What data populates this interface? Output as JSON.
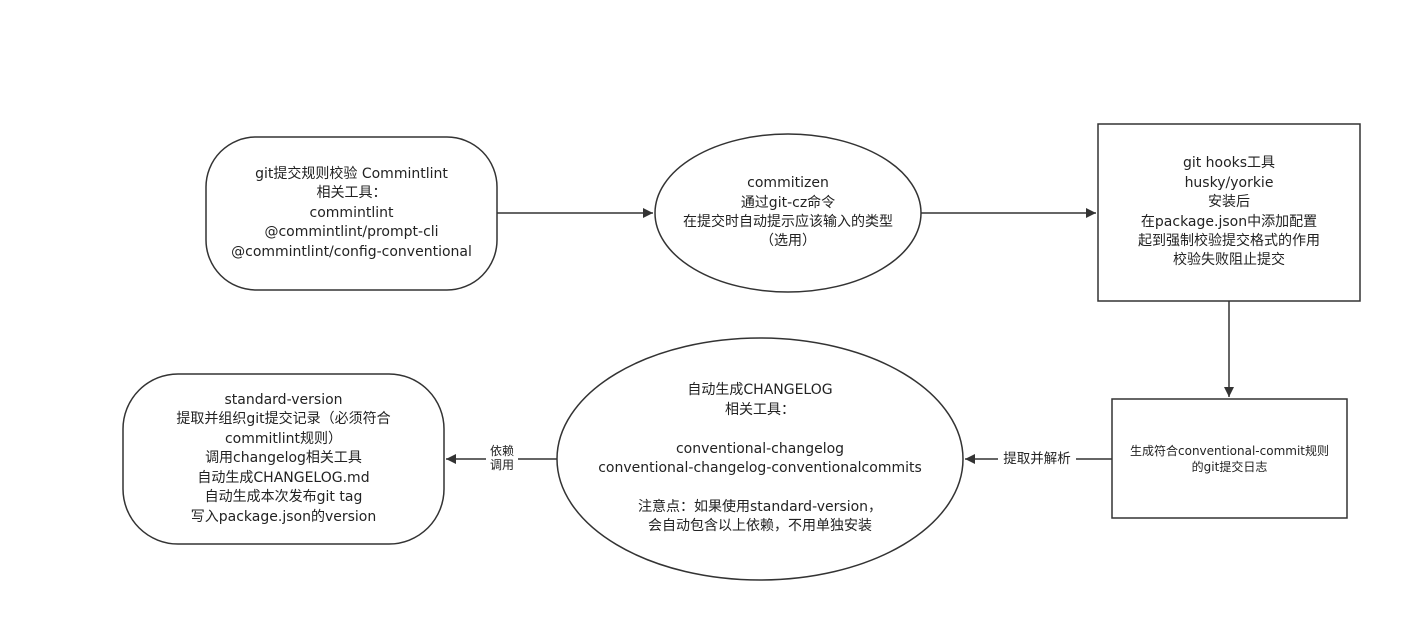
{
  "nodes": {
    "commitlint": {
      "lines": [
        "git提交规则校验 Commintlint",
        "相关工具：",
        "commintlint",
        "@commintlint/prompt-cli",
        "@commintlint/config-conventional"
      ]
    },
    "commitizen": {
      "lines": [
        "commitizen",
        "通过git-cz命令",
        "在提交时自动提示应该输入的类型",
        "（选用）"
      ]
    },
    "githooks": {
      "lines": [
        "git hooks工具",
        "husky/yorkie",
        "安装后",
        "在package.json中添加配置",
        "起到强制校验提交格式的作用",
        "校验失败阻止提交"
      ]
    },
    "commitlog": {
      "lines": [
        "生成符合conventional-commit规则",
        "的git提交日志"
      ]
    },
    "changelog": {
      "lines": [
        "自动生成CHANGELOG",
        "相关工具：",
        "",
        "conventional-changelog",
        "conventional-changelog-conventionalcommits",
        "",
        "注意点：如果使用standard-version，",
        "会自动包含以上依赖，不用单独安装"
      ]
    },
    "standard_version": {
      "lines": [
        "standard-version",
        "提取并组织git提交记录（必须符合",
        "commitlint规则）",
        "调用changelog相关工具",
        "自动生成CHANGELOG.md",
        "自动生成本次发布git tag",
        "写入package.json的version"
      ]
    }
  },
  "edges": {
    "extract": {
      "label": "提取并解析"
    },
    "depend": {
      "line1": "依赖",
      "line2": "调用"
    }
  },
  "colors": {
    "stroke": "#333333",
    "background": "#ffffff",
    "text": "#222222"
  }
}
